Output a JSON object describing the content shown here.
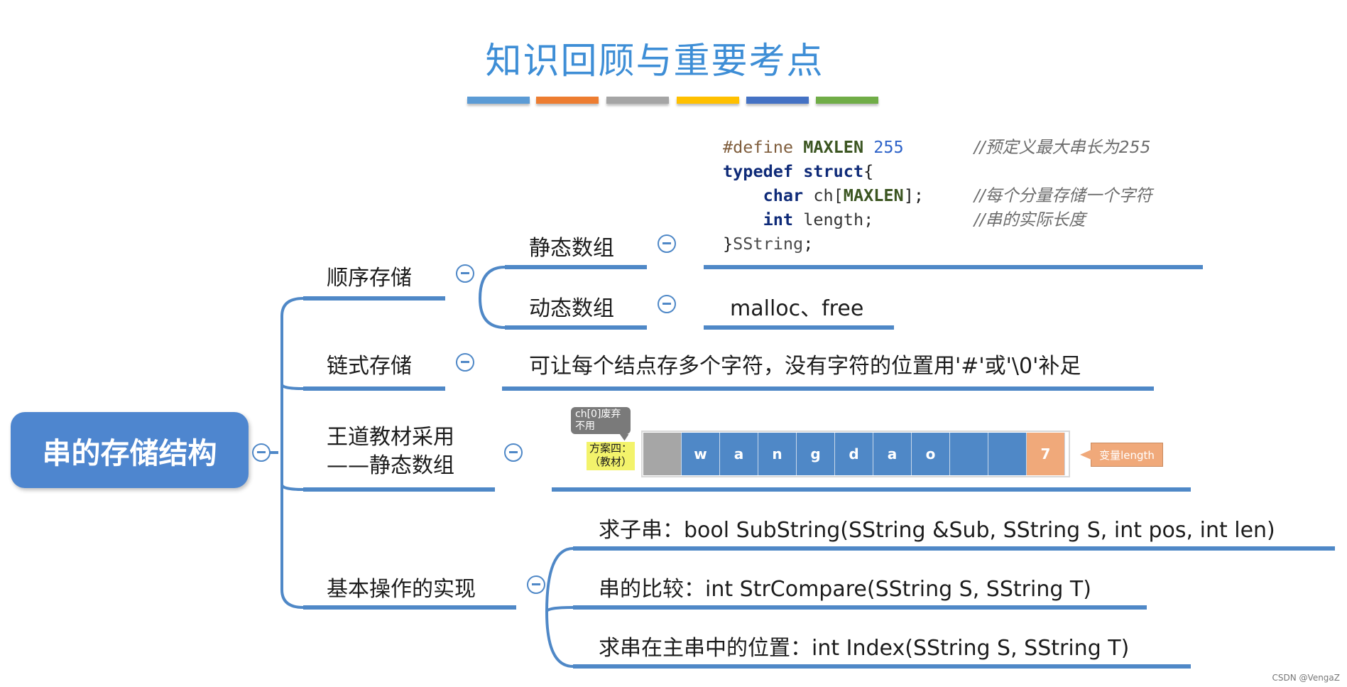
{
  "title": "知识回顾与重要考点",
  "stripe_colors": [
    "#5b9bd5",
    "#ed7d31",
    "#a5a5a5",
    "#ffc000",
    "#4472c4",
    "#70ad47"
  ],
  "root": {
    "label": "串的存储结构"
  },
  "branches": {
    "seq": {
      "label": "顺序存储"
    },
    "static_array": {
      "label": "静态数组"
    },
    "dynamic_array": {
      "label": "动态数组",
      "detail": "malloc、free"
    },
    "linked": {
      "label": "链式存储",
      "detail": "可让每个结点存多个字符，没有字符的位置用'#'或'\\0'补足"
    },
    "wangdao": {
      "label_line1": "王道教材采用",
      "label_line2": "——静态数组"
    },
    "ops": {
      "label": "基本操作的实现",
      "items": [
        "求子串：bool SubString(SString &Sub, SString S, int pos, int len)",
        "串的比较：int StrCompare(SString S, SString T)",
        "求串在主串中的位置：int Index(SString S, SString T)"
      ]
    }
  },
  "code": {
    "line1": {
      "pre": "#define",
      "macro": "MAXLEN",
      "num": "255",
      "comment": "//预定义最大串长为255"
    },
    "line2": {
      "kw1": "typedef",
      "kw2": "struct",
      "brace": "{"
    },
    "line3": {
      "type": "char",
      "decl_a": "ch[",
      "macro": "MAXLEN",
      "decl_b": "];",
      "comment": "//每个分量存储一个字符"
    },
    "line4": {
      "type": "int",
      "decl": "length;",
      "comment": "//串的实际长度"
    },
    "line5": {
      "brace": "}",
      "name": "SString",
      "semi": ";"
    }
  },
  "array": {
    "cells": [
      "",
      "w",
      "a",
      "n",
      "g",
      "d",
      "a",
      "o",
      "",
      "",
      "7"
    ],
    "unused_note": "ch[0]废弃不用",
    "scheme_line1": "方案四：",
    "scheme_line2": "（教材）",
    "length_note": "变量length",
    "colors": {
      "unused": "#a6a6a6",
      "char": "#4f88c7",
      "length": "#f0a97a"
    }
  },
  "watermark": "CSDN @VengaZ"
}
